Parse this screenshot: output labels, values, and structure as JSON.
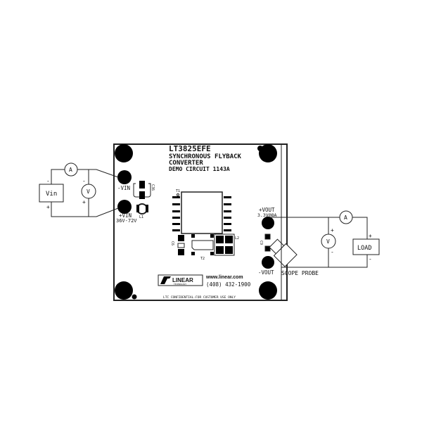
{
  "board": {
    "title_lines": [
      "LT3825EFE",
      "SYNCHRONOUS FLYBACK",
      "CONVERTER",
      "DEMO CIRCUIT 1143A"
    ],
    "minus_vin": "-VIN",
    "plus_vin": "+VIN",
    "vin_range": "36V-72V",
    "plus_vout": "+VOUT",
    "vout_rating": "3.3V@8A",
    "minus_vout": "-VOUT",
    "refdes": {
      "c36": "C36",
      "l1": "L1",
      "t1": "T1",
      "c6": "C6",
      "l2": "L2",
      "t2": "T2",
      "c9": "C9"
    },
    "logo": {
      "name": "LINEAR",
      "sub": "TECHNOLOGY"
    },
    "website": "www.linear.com",
    "phone": "(408) 432-1900",
    "confidential": "LTC CONFIDENTIAL-FOR CUSTOMER USE ONLY"
  },
  "input_circuit": {
    "source": "Vin",
    "ammeter": "A",
    "voltmeter": "V",
    "minus": "-",
    "plus": "+"
  },
  "output_circuit": {
    "load": "LOAD",
    "ammeter": "A",
    "voltmeter": "V",
    "minus": "-",
    "plus": "+",
    "scope_probe": "SCOPE PROBE"
  }
}
